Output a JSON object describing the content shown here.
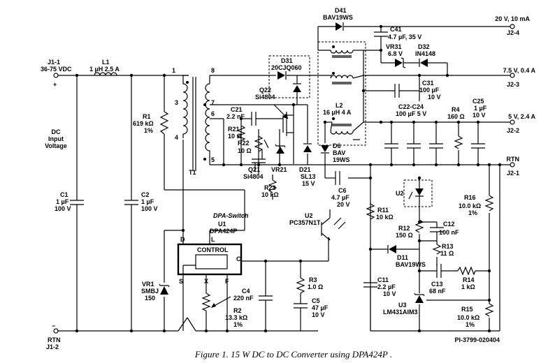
{
  "ports": {
    "j1_1": "J1-1",
    "vin": "36-75 VDC",
    "plus": "+",
    "dc_input": [
      "DC",
      "Input",
      "Voltage"
    ],
    "minus": "−",
    "rtn_in": "RTN",
    "j1_2": "J1-2",
    "out20": "20 V, 10 mA",
    "j2_4": "J2-4",
    "out75": "7.5 V, 0.4 A",
    "j2_3": "J2-3",
    "out5": "5 V, 2.4 A",
    "j2_2": "J2-2",
    "rtn_out": "RTN",
    "j2_1": "J2-1"
  },
  "components": {
    "l1": [
      "L1",
      "1 µH 2.5 A"
    ],
    "c1": [
      "C1",
      "1 µF",
      "100 V"
    ],
    "c2": [
      "C2",
      "1 µF",
      "100 V"
    ],
    "r1": [
      "R1",
      "619 kΩ",
      "1%"
    ],
    "t1": "T1",
    "pins": [
      "1",
      "8",
      "3",
      "7",
      "6",
      "4",
      "5"
    ],
    "d41": [
      "D41",
      "BAV19WS"
    ],
    "c41": [
      "C41",
      "4.7 µF, 35 V"
    ],
    "vr31": [
      "VR31",
      "6.8 V"
    ],
    "d32": [
      "D32",
      "IN4148"
    ],
    "d31": [
      "D31",
      "20CJQ060"
    ],
    "c31": [
      "C31",
      "100 µF",
      "10 V"
    ],
    "q22": [
      "Q22",
      "Si4804"
    ],
    "c21": [
      "C21",
      "2.2 nF"
    ],
    "r21": [
      "R21",
      "10 Ω"
    ],
    "r22": [
      "R22",
      "10 Ω"
    ],
    "q21": [
      "Q21",
      "Si4804"
    ],
    "vr21": "VR21",
    "r23": [
      "R23",
      "10 kΩ"
    ],
    "d21": [
      "D21",
      "SL13",
      "15 V"
    ],
    "l2": [
      "L2",
      "16 µH 4 A"
    ],
    "d6": [
      "D6",
      "BAV",
      "19WS"
    ],
    "c22": [
      "C22-C24",
      "100 µF 5 V"
    ],
    "r4": [
      "R4",
      "160 Ω"
    ],
    "c25": [
      "C25",
      "1 µF",
      "10 V"
    ],
    "c6": [
      "C6",
      "4.7 µF",
      "20 V"
    ],
    "u2": [
      "U2",
      "PC357N1T"
    ],
    "u2b": "U2",
    "dpa": [
      "DPA-Switch",
      "U1",
      "DPA424P"
    ],
    "u1_pins": [
      "D",
      "L",
      "C",
      "S",
      "X",
      "F"
    ],
    "control": "CONTROL",
    "vr1": [
      "VR1",
      "SMBJ",
      "150"
    ],
    "c4": [
      "C4",
      "220 nF"
    ],
    "r2": [
      "R2",
      "13.3 kΩ",
      "1%"
    ],
    "r3": [
      "R3",
      "1.0 Ω"
    ],
    "c5": [
      "C5",
      "47 µF",
      "10 V"
    ],
    "r11": [
      "R11",
      "10 kΩ"
    ],
    "r12": [
      "R12",
      "150 Ω"
    ],
    "c12": [
      "C12",
      "100 nF"
    ],
    "d11": [
      "D11",
      "BAV19WS"
    ],
    "r13": [
      "R13",
      "11 Ω"
    ],
    "c11": [
      "C11",
      "2.2 µF",
      "10 V"
    ],
    "c13": [
      "C13",
      "68 nF"
    ],
    "r14": [
      "R14",
      "1 kΩ"
    ],
    "u3": [
      "U3",
      "LM431AIM3"
    ],
    "r16": [
      "R16",
      "10.0 kΩ",
      "1%"
    ],
    "r15": [
      "R15",
      "10.0 kΩ",
      "1%"
    ]
  },
  "drawing_id": "PI-3799-020404",
  "caption": "Figure 1. 15 W DC to DC Converter using DPA424P ."
}
